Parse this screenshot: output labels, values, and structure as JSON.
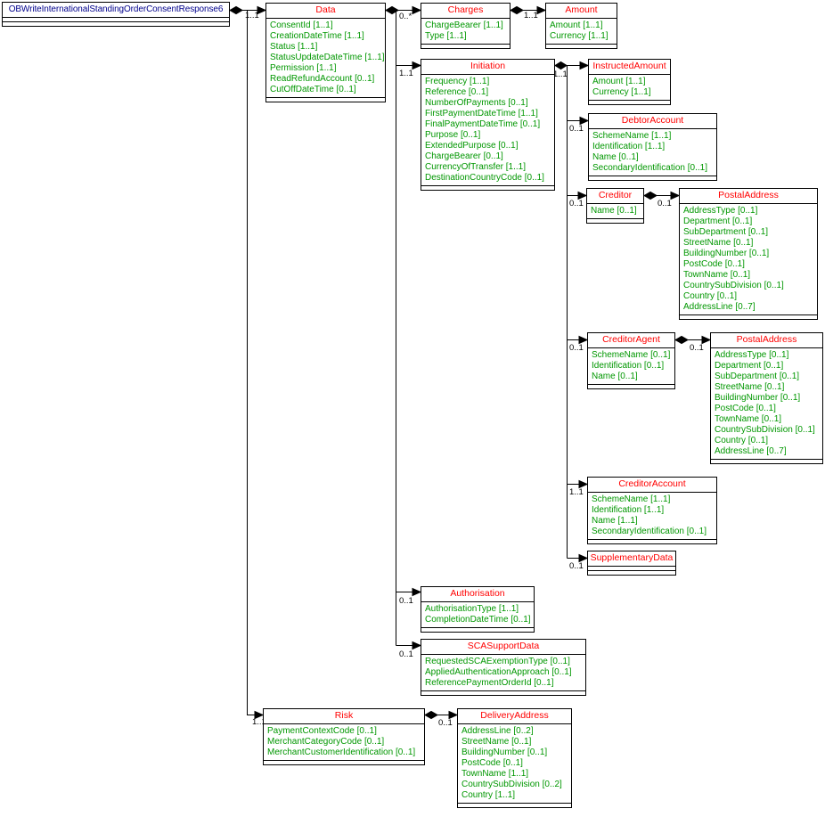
{
  "diagram": {
    "type": "uml-class-diagram",
    "root_class": {
      "title": "OBWriteInternationalStandingOrderConsentResponse6"
    },
    "classes": {
      "data": {
        "title": "Data",
        "fields": [
          "ConsentId [1..1]",
          "CreationDateTime [1..1]",
          "Status [1..1]",
          "StatusUpdateDateTime [1..1]",
          "Permission [1..1]",
          "ReadRefundAccount [0..1]",
          "CutOffDateTime [0..1]"
        ]
      },
      "charges": {
        "title": "Charges",
        "fields": [
          "ChargeBearer [1..1]",
          "Type [1..1]"
        ]
      },
      "amount": {
        "title": "Amount",
        "fields": [
          "Amount [1..1]",
          "Currency [1..1]"
        ]
      },
      "initiation": {
        "title": "Initiation",
        "fields": [
          "Frequency [1..1]",
          "Reference [0..1]",
          "NumberOfPayments [0..1]",
          "FirstPaymentDateTime [1..1]",
          "FinalPaymentDateTime [0..1]",
          "Purpose [0..1]",
          "ExtendedPurpose [0..1]",
          "ChargeBearer [0..1]",
          "CurrencyOfTransfer [1..1]",
          "DestinationCountryCode [0..1]"
        ]
      },
      "instructed_amount": {
        "title": "InstructedAmount",
        "fields": [
          "Amount [1..1]",
          "Currency [1..1]"
        ]
      },
      "debtor_account": {
        "title": "DebtorAccount",
        "fields": [
          "SchemeName [1..1]",
          "Identification [1..1]",
          "Name [0..1]",
          "SecondaryIdentification [0..1]"
        ]
      },
      "creditor": {
        "title": "Creditor",
        "fields": [
          "Name [0..1]"
        ]
      },
      "postal_address_creditor": {
        "title": "PostalAddress",
        "fields": [
          "AddressType [0..1]",
          "Department [0..1]",
          "SubDepartment [0..1]",
          "StreetName [0..1]",
          "BuildingNumber [0..1]",
          "PostCode [0..1]",
          "TownName [0..1]",
          "CountrySubDivision [0..1]",
          "Country [0..1]",
          "AddressLine [0..7]"
        ]
      },
      "creditor_agent": {
        "title": "CreditorAgent",
        "fields": [
          "SchemeName [0..1]",
          "Identification [0..1]",
          "Name [0..1]"
        ]
      },
      "postal_address_creditor_agent": {
        "title": "PostalAddress",
        "fields": [
          "AddressType [0..1]",
          "Department [0..1]",
          "SubDepartment [0..1]",
          "StreetName [0..1]",
          "BuildingNumber [0..1]",
          "PostCode [0..1]",
          "TownName [0..1]",
          "CountrySubDivision [0..1]",
          "Country [0..1]",
          "AddressLine [0..7]"
        ]
      },
      "creditor_account": {
        "title": "CreditorAccount",
        "fields": [
          "SchemeName [1..1]",
          "Identification [1..1]",
          "Name [1..1]",
          "SecondaryIdentification [0..1]"
        ]
      },
      "supplementary_data": {
        "title": "SupplementaryData",
        "fields": []
      },
      "authorisation": {
        "title": "Authorisation",
        "fields": [
          "AuthorisationType [1..1]",
          "CompletionDateTime [0..1]"
        ]
      },
      "sca_support_data": {
        "title": "SCASupportData",
        "fields": [
          "RequestedSCAExemptionType [0..1]",
          "AppliedAuthenticationApproach [0..1]",
          "ReferencePaymentOrderId [0..1]"
        ]
      },
      "risk": {
        "title": "Risk",
        "fields": [
          "PaymentContextCode [0..1]",
          "MerchantCategoryCode [0..1]",
          "MerchantCustomerIdentification [0..1]"
        ]
      },
      "delivery_address": {
        "title": "DeliveryAddress",
        "fields": [
          "AddressLine [0..2]",
          "StreetName [0..1]",
          "BuildingNumber [0..1]",
          "PostCode [0..1]",
          "TownName [1..1]",
          "CountrySubDivision [0..2]",
          "Country [1..1]"
        ]
      }
    },
    "multiplicities": {
      "data": "1..1",
      "charges": "0..*",
      "amount": "1..1",
      "initiation": "1..1",
      "instructed_amount": "1..1",
      "debtor_account": "0..1",
      "creditor": "0..1",
      "postal_address_creditor": "0..1",
      "creditor_agent": "0..1",
      "postal_address_creditor_agent": "0..1",
      "creditor_account": "1..1",
      "supplementary_data": "0..1",
      "authorisation": "0..1",
      "sca_support_data": "0..1",
      "risk": "1..1",
      "delivery_address": "0..1"
    },
    "colors": {
      "class_title": "#ff0000",
      "attribute_text": "#009700",
      "root_title": "#00008b",
      "connector": "#000000",
      "border": "#000000",
      "background": "#ffffff"
    }
  }
}
